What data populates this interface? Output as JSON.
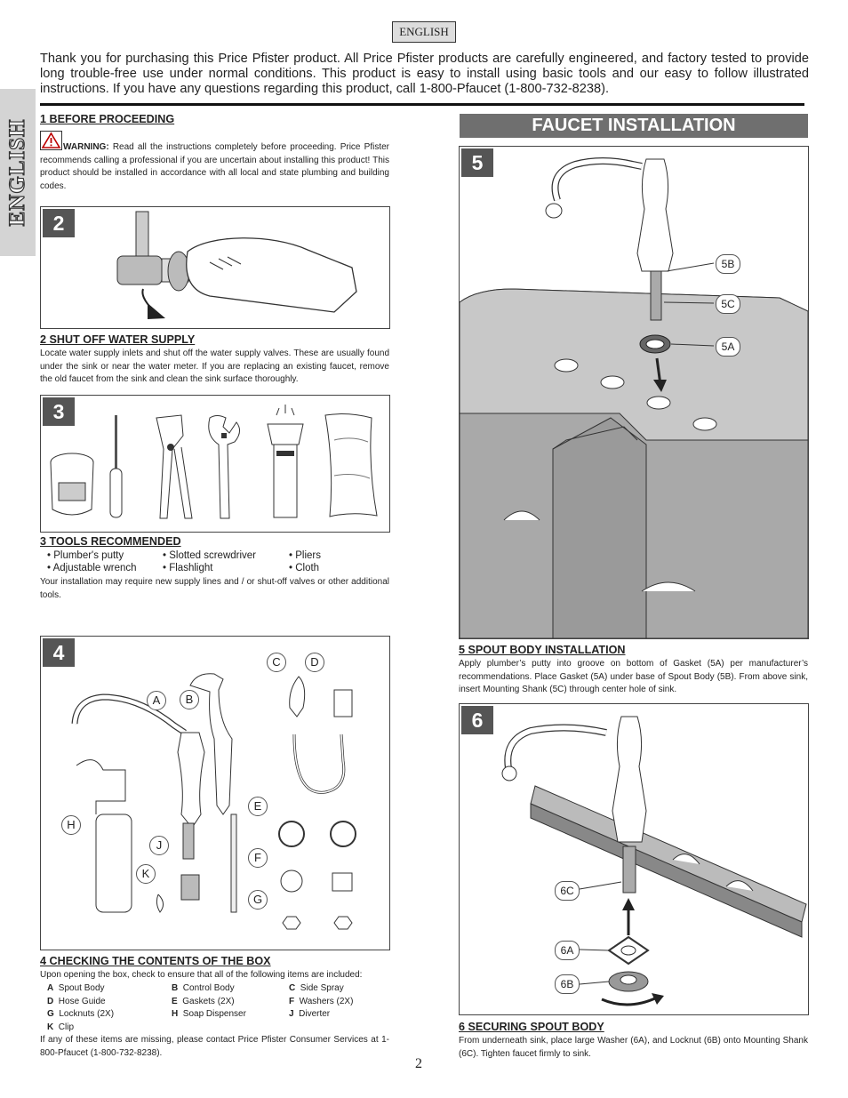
{
  "header": {
    "language_tag": "ENGLISH",
    "side_tab": "ENGLISH"
  },
  "intro": "Thank you for purchasing this Price Pfister product.  All Price Pfister products are carefully engineered, and factory tested to provide long trouble-free use under normal conditions.  This product is easy to install using basic tools and our easy to follow illustrated instructions.  If you have any questions regarding this product, call 1-800-Pfaucet (1-800-732-8238).",
  "section1": {
    "heading": "1  BEFORE PROCEEDING",
    "warning_label": "WARNING:",
    "warning_text": " Read all the instructions completely before proceeding. Price Pfister recommends calling a professional if you are uncertain about installing this product! This product should be installed in accordance with all local and state plumbing and building codes."
  },
  "figure2": {
    "number": "2"
  },
  "section2": {
    "heading": "2  SHUT OFF WATER SUPPLY",
    "text": "Locate water supply inlets and shut off the water supply valves.  These are usually found under the sink or near the water meter.  If you are replacing an existing faucet, remove the old faucet from the sink and clean the sink surface thoroughly."
  },
  "figure3": {
    "number": "3"
  },
  "section3": {
    "heading": "3  TOOLS RECOMMENDED",
    "tools": [
      "• Plumber's putty",
      "• Slotted screwdriver",
      "• Pliers",
      "• Adjustable wrench",
      "• Flashlight",
      "• Cloth"
    ],
    "note": "Your installation may require new supply lines and / or shut-off valves or other additional tools."
  },
  "figure4": {
    "number": "4",
    "letters": [
      "A",
      "B",
      "C",
      "D",
      "E",
      "F",
      "G",
      "H",
      "J",
      "K"
    ]
  },
  "section4": {
    "heading": "4  CHECKING THE CONTENTS OF THE BOX",
    "intro": "Upon opening the box, check to ensure that all of the following items are included:",
    "items": [
      {
        "code": "A",
        "name": "Spout Body"
      },
      {
        "code": "B",
        "name": "Control Body"
      },
      {
        "code": "C",
        "name": "Side Spray"
      },
      {
        "code": "D",
        "name": "Hose Guide"
      },
      {
        "code": "E",
        "name": "Gaskets (2X)"
      },
      {
        "code": "F",
        "name": "Washers (2X)"
      },
      {
        "code": "G",
        "name": "Locknuts (2X)"
      },
      {
        "code": "H",
        "name": "Soap Dispenser"
      },
      {
        "code": "J",
        "name": "Diverter"
      },
      {
        "code": "K",
        "name": "Clip"
      }
    ],
    "footer": "If any of these items are missing, please contact Price Pfister Consumer Services at 1-800-Pfaucet (1-800-732-8238)."
  },
  "right": {
    "banner": "FAUCET INSTALLATION"
  },
  "figure5": {
    "number": "5",
    "callouts": [
      "5B",
      "5C",
      "5A"
    ]
  },
  "section5": {
    "heading": "5  SPOUT BODY INSTALLATION",
    "text": "Apply plumber’s putty into groove on bottom of Gasket (5A) per manufacturer’s recommendations.  Place Gasket (5A) under base of Spout Body (5B).  From above sink, insert Mounting Shank (5C) through center hole of sink."
  },
  "figure6": {
    "number": "6",
    "callouts": [
      "6C",
      "6A",
      "6B"
    ]
  },
  "section6": {
    "heading": "6  SECURING SPOUT BODY",
    "text": "From underneath sink, place large Washer (6A), and Locknut (6B) onto Mounting Shank (6C).  Tighten faucet firmly to sink."
  },
  "page_number": "2"
}
